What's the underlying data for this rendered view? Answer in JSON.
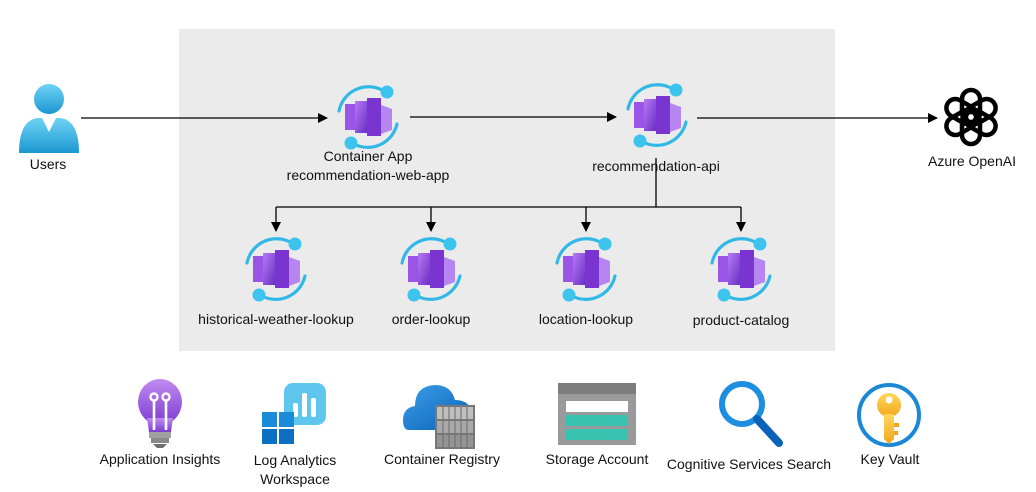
{
  "nodes": {
    "users": "Users",
    "web_app": {
      "line1": "Container App",
      "line2": "recommendation-web-app"
    },
    "api": "recommendation-api",
    "openai": "Azure OpenAI",
    "weather": "historical-weather-lookup",
    "order": "order-lookup",
    "location": "location-lookup",
    "catalog": "product-catalog"
  },
  "services": {
    "app_insights": "Application Insights",
    "log_analytics": {
      "line1": "Log Analytics",
      "line2": "Workspace"
    },
    "container_registry": "Container Registry",
    "storage_account": "Storage Account",
    "cognitive_search": "Cognitive Services Search",
    "key_vault": "Key Vault"
  },
  "icons": {
    "users": "user-icon",
    "container_app": "container-app-icon",
    "openai": "openai-icon",
    "app_insights": "lightbulb-icon",
    "log_analytics": "log-analytics-icon",
    "container_registry": "container-registry-icon",
    "storage_account": "storage-account-icon",
    "cognitive_search": "search-icon",
    "key_vault": "key-icon"
  },
  "colors": {
    "group_bg": "#ebebeb",
    "purple": "#8a3fd9",
    "cyan": "#32b8e6",
    "azure_blue": "#0a78d4"
  }
}
